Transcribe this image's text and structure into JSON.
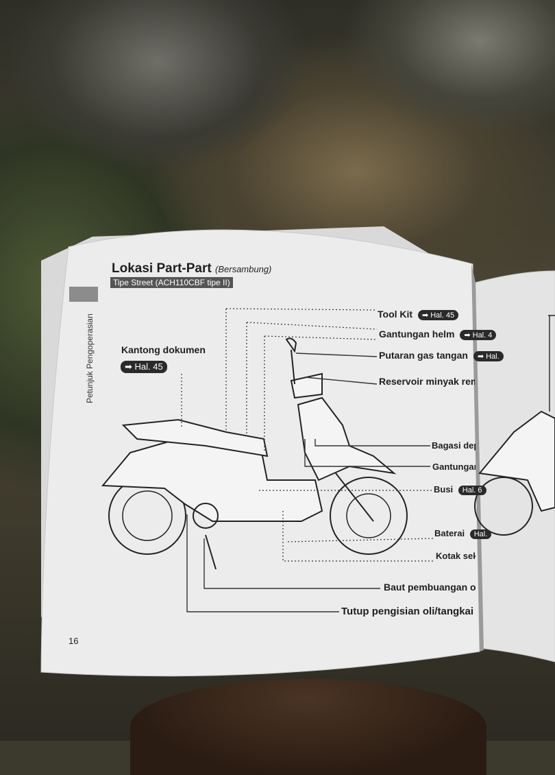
{
  "manual": {
    "title": "Lokasi Part-Part",
    "title_note": "(Bersambung)",
    "type_tag": "Tipe Street (ACH110CBF tipe II)",
    "side_tab": "Petunjuk Pengoperasian",
    "page_number": "16"
  },
  "labels": {
    "kantong": "Kantong dokumen",
    "kantong_ref": "Hal. 45",
    "toolkit": "Tool Kit",
    "toolkit_ref": "Hal. 45",
    "gantungan_helm": "Gantungan helm",
    "gantungan_helm_ref": "Hal. 4",
    "putaran_gas": "Putaran gas tangan",
    "putaran_gas_ref": "Hal.",
    "reservoir": "Reservoir minyak rem depan",
    "bagasi": "Bagasi depan",
    "gantungan_barang": "Gantungan barang",
    "busi": "Busi",
    "busi_ref": "Hal. 6",
    "baterai": "Baterai",
    "baterai_ref": "Hal.",
    "kotak_sekring": "Kotak sekring",
    "baut": "Baut pembuangan oli mesin",
    "tutup": "Tutup pengisian oli/tangkai pengukur"
  },
  "colors": {
    "page": "#ececec",
    "ink": "#1e1e1e",
    "tag_bg": "#555555",
    "pill_bg": "#2a2a2a"
  }
}
